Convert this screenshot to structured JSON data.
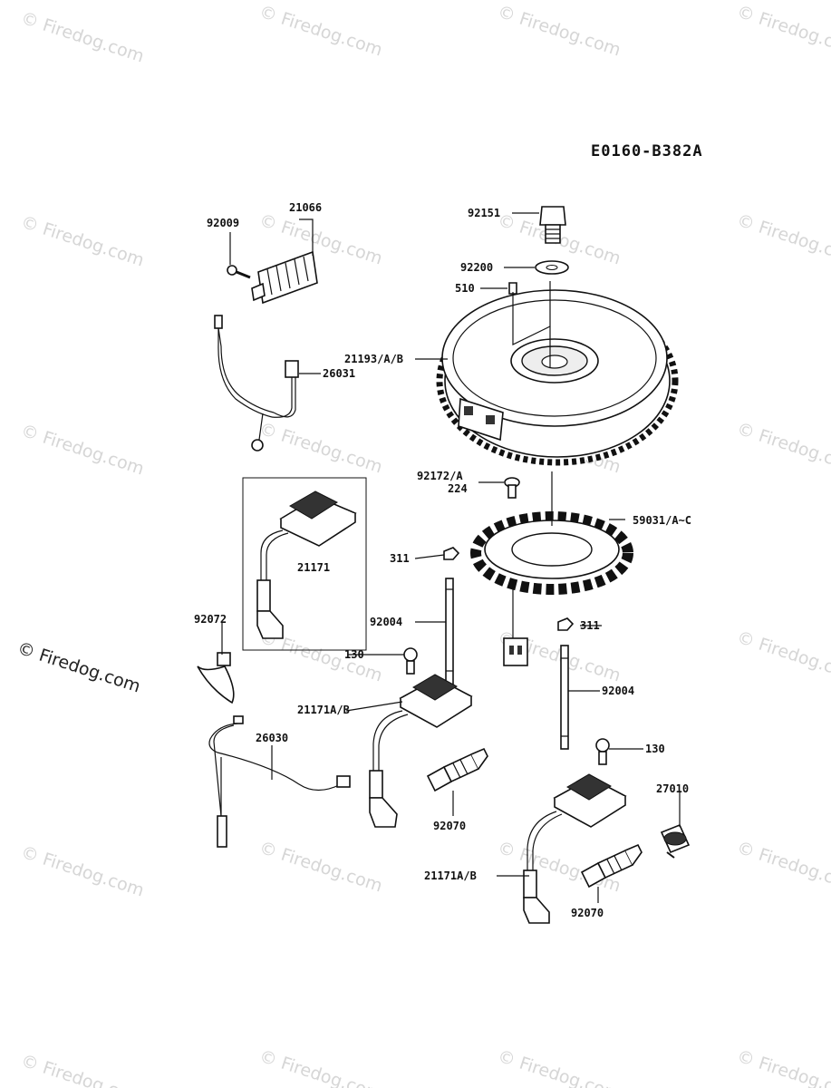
{
  "diagram_code": "E0160-B382A",
  "watermark": "© Firedog.com",
  "parts": {
    "bolt": "92151",
    "washer": "92200",
    "key": "510",
    "flywheel": "21193/A/B",
    "regulator": "21066",
    "regulator_bolt": "92009",
    "harness_upper": "26031",
    "stator_screw": "92172/A",
    "stator_screw_alt": "224",
    "stator": "59031/A~C",
    "ignition_coil_ref": "21171",
    "nut_left": "311",
    "stud_left": "92004",
    "nut_right": "311",
    "band": "92072",
    "bolt_left": "130",
    "coil_left": "21171A/B",
    "harness_lower": "26030",
    "stud_right": "92004",
    "bolt_right": "130",
    "switch": "27010",
    "plug_left": "92070",
    "coil_right": "21171A/B",
    "plug_right": "92070"
  }
}
